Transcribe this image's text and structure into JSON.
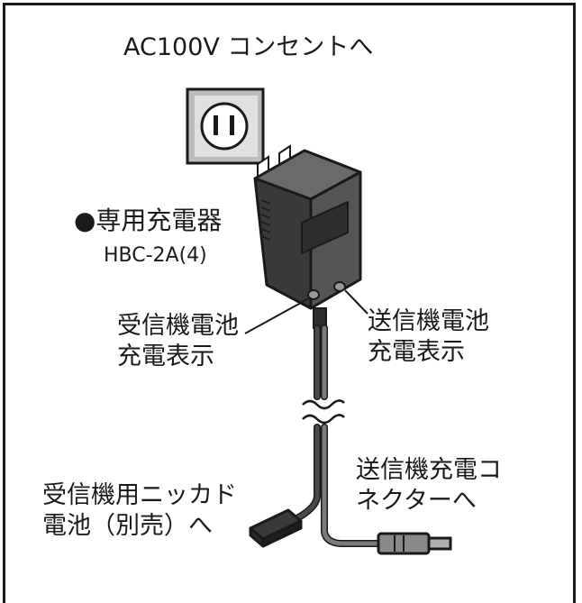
{
  "outlet_label": "AC100V コンセントへ",
  "charger": {
    "name": "●専用充電器",
    "model": "HBC-2A(4)"
  },
  "rx_indicator": {
    "line1": "受信機電池",
    "line2": "充電表示"
  },
  "tx_indicator": {
    "line1": "送信機電池",
    "line2": "充電表示"
  },
  "rx_battery": {
    "line1": "受信機用ニッカド",
    "line2": "電池（別売）へ"
  },
  "tx_connector": {
    "line1": "送信機充電コ",
    "line2": "ネクターへ"
  },
  "colors": {
    "outlet_plate": "#bcbcbc",
    "charger_body": "#555555",
    "charger_dark": "#2e2e2e",
    "cable": "#4a4a4a",
    "connector": "#8a8a8a"
  }
}
